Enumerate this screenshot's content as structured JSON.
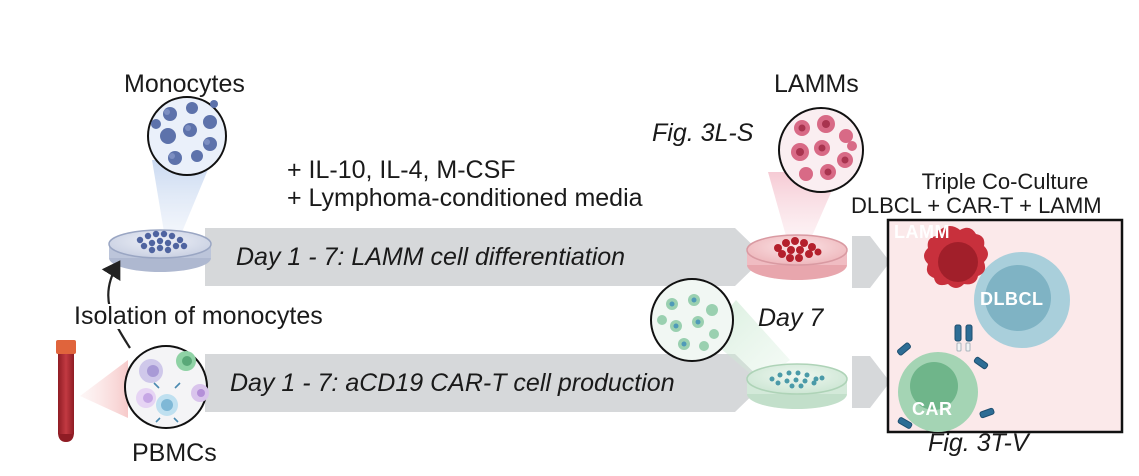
{
  "labels": {
    "monocytes": "Monocytes",
    "lamms": "LAMMs",
    "fig_3ls": "Fig. 3L-S",
    "cytokines_line1": "+ IL-10, IL-4, M-CSF",
    "cytokines_line2": "+ Lymphoma-conditioned media",
    "triple_line1": "Triple Co-Culture",
    "triple_line2": "DLBCL + CAR-T + LAMM",
    "arrow_top": "Day 1 - 7: LAMM cell differentiation",
    "arrow_bottom": "Day 1 - 7: aCD19 CAR-T cell production",
    "isolation": "Isolation of monocytes",
    "day7": "Day 7",
    "pbmcs": "PBMCs",
    "fig_3tv": "Fig. 3T-V"
  },
  "cells": {
    "lamm": "LAMM",
    "dlbcl": "DLBCL",
    "car": "CAR"
  },
  "colors": {
    "arrow_gray": "#d6d8da",
    "monocyte_blue": "#5a6fa8",
    "lamm_red": "#c8303c",
    "tcell_green": "#6fb58a",
    "dlbcl_teal": "#7fb3c4",
    "coculture_bg": "#fbe9ea",
    "tube_red": "#a8222b"
  }
}
